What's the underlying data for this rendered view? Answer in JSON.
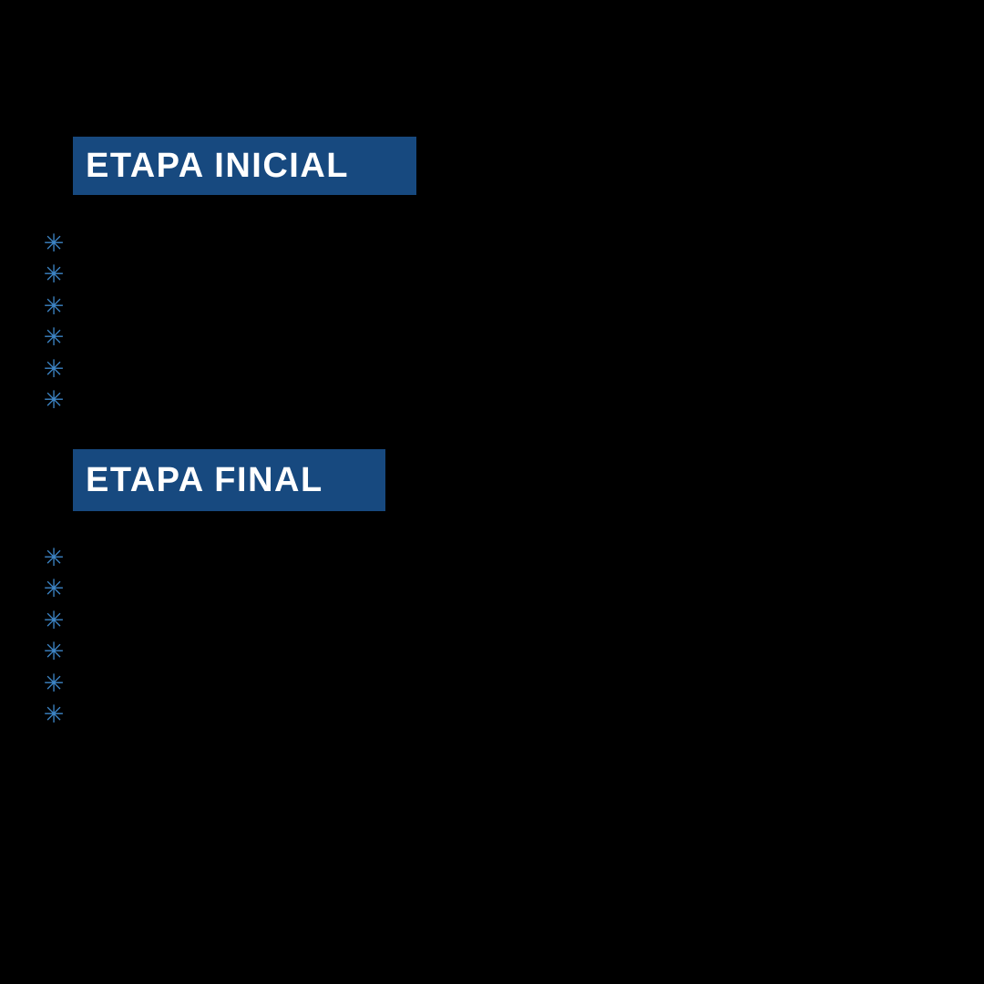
{
  "canvas": {
    "background": "#000000"
  },
  "colors": {
    "header_background": "#17497F",
    "header_text": "#FFFFFF",
    "bullet_color": "#3D85C6"
  },
  "sections": [
    {
      "title": "ETAPA INICIAL",
      "bullet_glyph": "✳",
      "bullet_count": 6
    },
    {
      "title": "ETAPA FINAL",
      "bullet_glyph": "✳",
      "bullet_count": 6
    }
  ]
}
